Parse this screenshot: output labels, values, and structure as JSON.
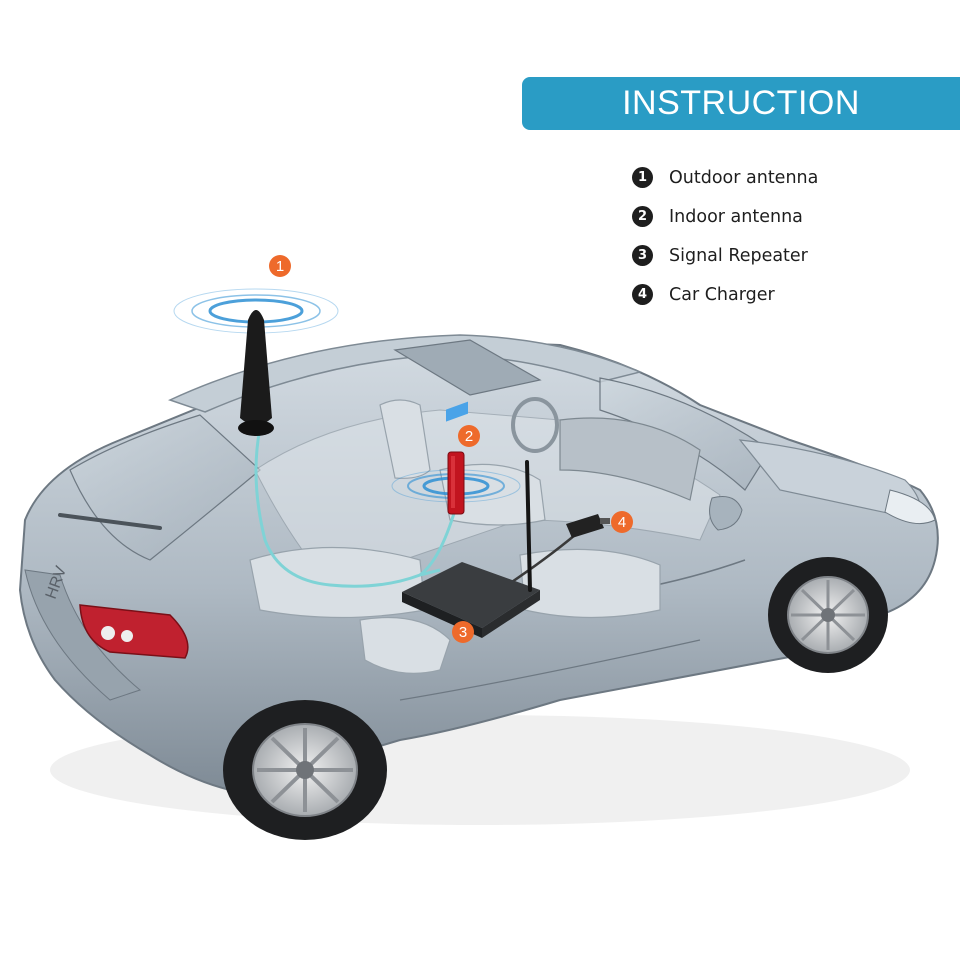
{
  "banner": {
    "title": "INSTRUCTION"
  },
  "legend": [
    {
      "number": "1",
      "label": "Outdoor antenna"
    },
    {
      "number": "2",
      "label": "Indoor antenna"
    },
    {
      "number": "3",
      "label": "Signal Repeater"
    },
    {
      "number": "4",
      "label": "Car Charger"
    }
  ],
  "markers": [
    "1",
    "2",
    "3",
    "4"
  ],
  "colors": {
    "banner": "#2a9cc5",
    "marker": "#ee6a2b",
    "cable": "#7fd3d6",
    "car_body": "#b6c2cd",
    "signal_rings": "#2d8fd4"
  }
}
